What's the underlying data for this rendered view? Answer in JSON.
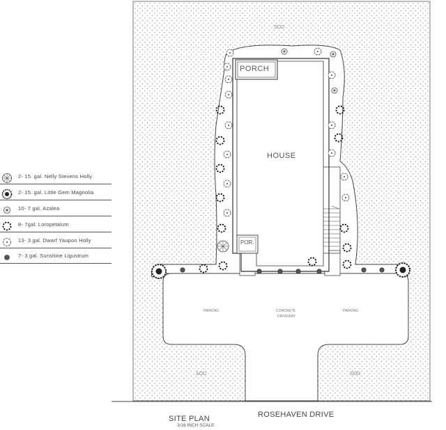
{
  "legend": [
    {
      "label": "2- 15. gal. Nelly Stevens Holly",
      "symbol": "nelly-stevens-holly-symbol"
    },
    {
      "label": "2- 15. gal. Little Gem Magnolia",
      "symbol": "little-gem-magnolia-symbol"
    },
    {
      "label": "10- 7 gal. Azalea",
      "symbol": "azalea-symbol"
    },
    {
      "label": "8- 7gal. Loropetalum",
      "symbol": "loropetalum-symbol"
    },
    {
      "label": "13- 3 gal. Dwarf Yaupon Holly",
      "symbol": "dwarf-yaupon-holly-symbol"
    },
    {
      "label": "7- 3 gal. Sunshine Ligustrum",
      "symbol": "sunshine-ligustrum-symbol"
    }
  ],
  "labels": {
    "porch": "PORCH",
    "house": "HOUSE",
    "por": "POR.",
    "sod_top": "SOD",
    "sod_left": "SOD",
    "sod_right": "SOD",
    "parking_left": "PARKING",
    "parking_right": "PARKING",
    "driveway_line1": "CONCRETE",
    "driveway_line2": "DRIVEWAY",
    "site_plan": "SITE PLAN",
    "scale": "3/16 INCH SCALE",
    "street": "ROSEHAVEN DRIVE"
  },
  "colors": {
    "line": "#333333",
    "dots": "#9a9a9a",
    "background": "#ffffff"
  }
}
